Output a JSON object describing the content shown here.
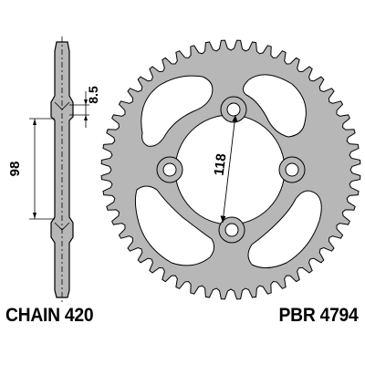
{
  "drawing": {
    "dimensions": {
      "teeth_pitch_offset": "8.5",
      "side_height": "98",
      "bolt_circle": "118"
    },
    "colors": {
      "body": "#b7b7b7",
      "outline": "#000000",
      "background": "#ffffff"
    },
    "tooth_count": 52,
    "bolt_hole_count": 4
  },
  "captions": {
    "chain": "CHAIN 420",
    "part_number": "PBR 4794"
  }
}
